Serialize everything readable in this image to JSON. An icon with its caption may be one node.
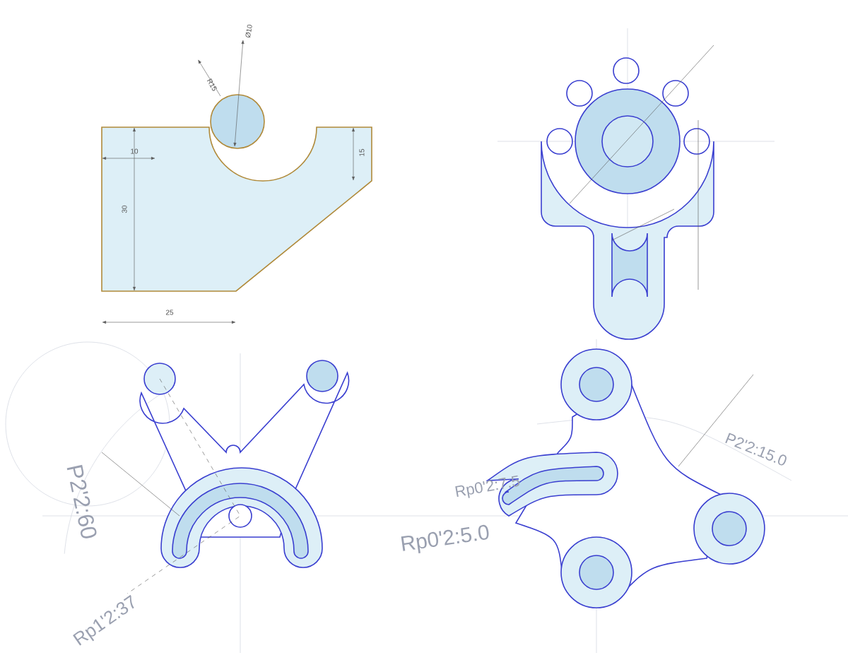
{
  "diagram": {
    "labels": [
      "Ø10",
      "R15",
      "10",
      "15",
      "30",
      "25",
      "P2'2:60",
      "Rp1'2:37",
      "Rp0'2:5.0",
      "Rp0'2:7.5",
      "P2'2:15.0"
    ]
  }
}
